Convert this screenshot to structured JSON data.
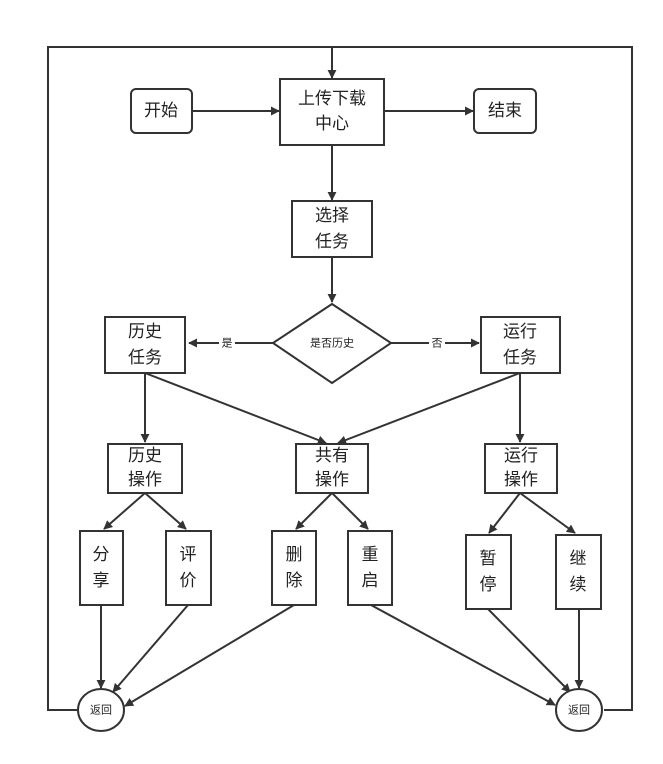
{
  "nodes": {
    "start": {
      "label": "开始"
    },
    "center": {
      "line1": "上传下载",
      "line2": "中心"
    },
    "end": {
      "label": "结束"
    },
    "select": {
      "line1": "选择",
      "line2": "任务"
    },
    "decision": {
      "label": "是否历史"
    },
    "history_task": {
      "line1": "历史",
      "line2": "任务"
    },
    "running_task": {
      "line1": "运行",
      "line2": "任务"
    },
    "history_ops": {
      "line1": "历史",
      "line2": "操作"
    },
    "shared_ops": {
      "line1": "共有",
      "line2": "操作"
    },
    "running_ops": {
      "line1": "运行",
      "line2": "操作"
    },
    "share": {
      "line1": "分",
      "line2": "享"
    },
    "rate": {
      "line1": "评",
      "line2": "价"
    },
    "delete": {
      "line1": "删",
      "line2": "除"
    },
    "restart": {
      "line1": "重",
      "line2": "启"
    },
    "pause": {
      "line1": "暂",
      "line2": "停"
    },
    "resume": {
      "line1": "继",
      "line2": "续"
    },
    "return_left": {
      "label": "返回"
    },
    "return_right": {
      "label": "返回"
    }
  },
  "edge_labels": {
    "yes": "是",
    "no": "否"
  }
}
